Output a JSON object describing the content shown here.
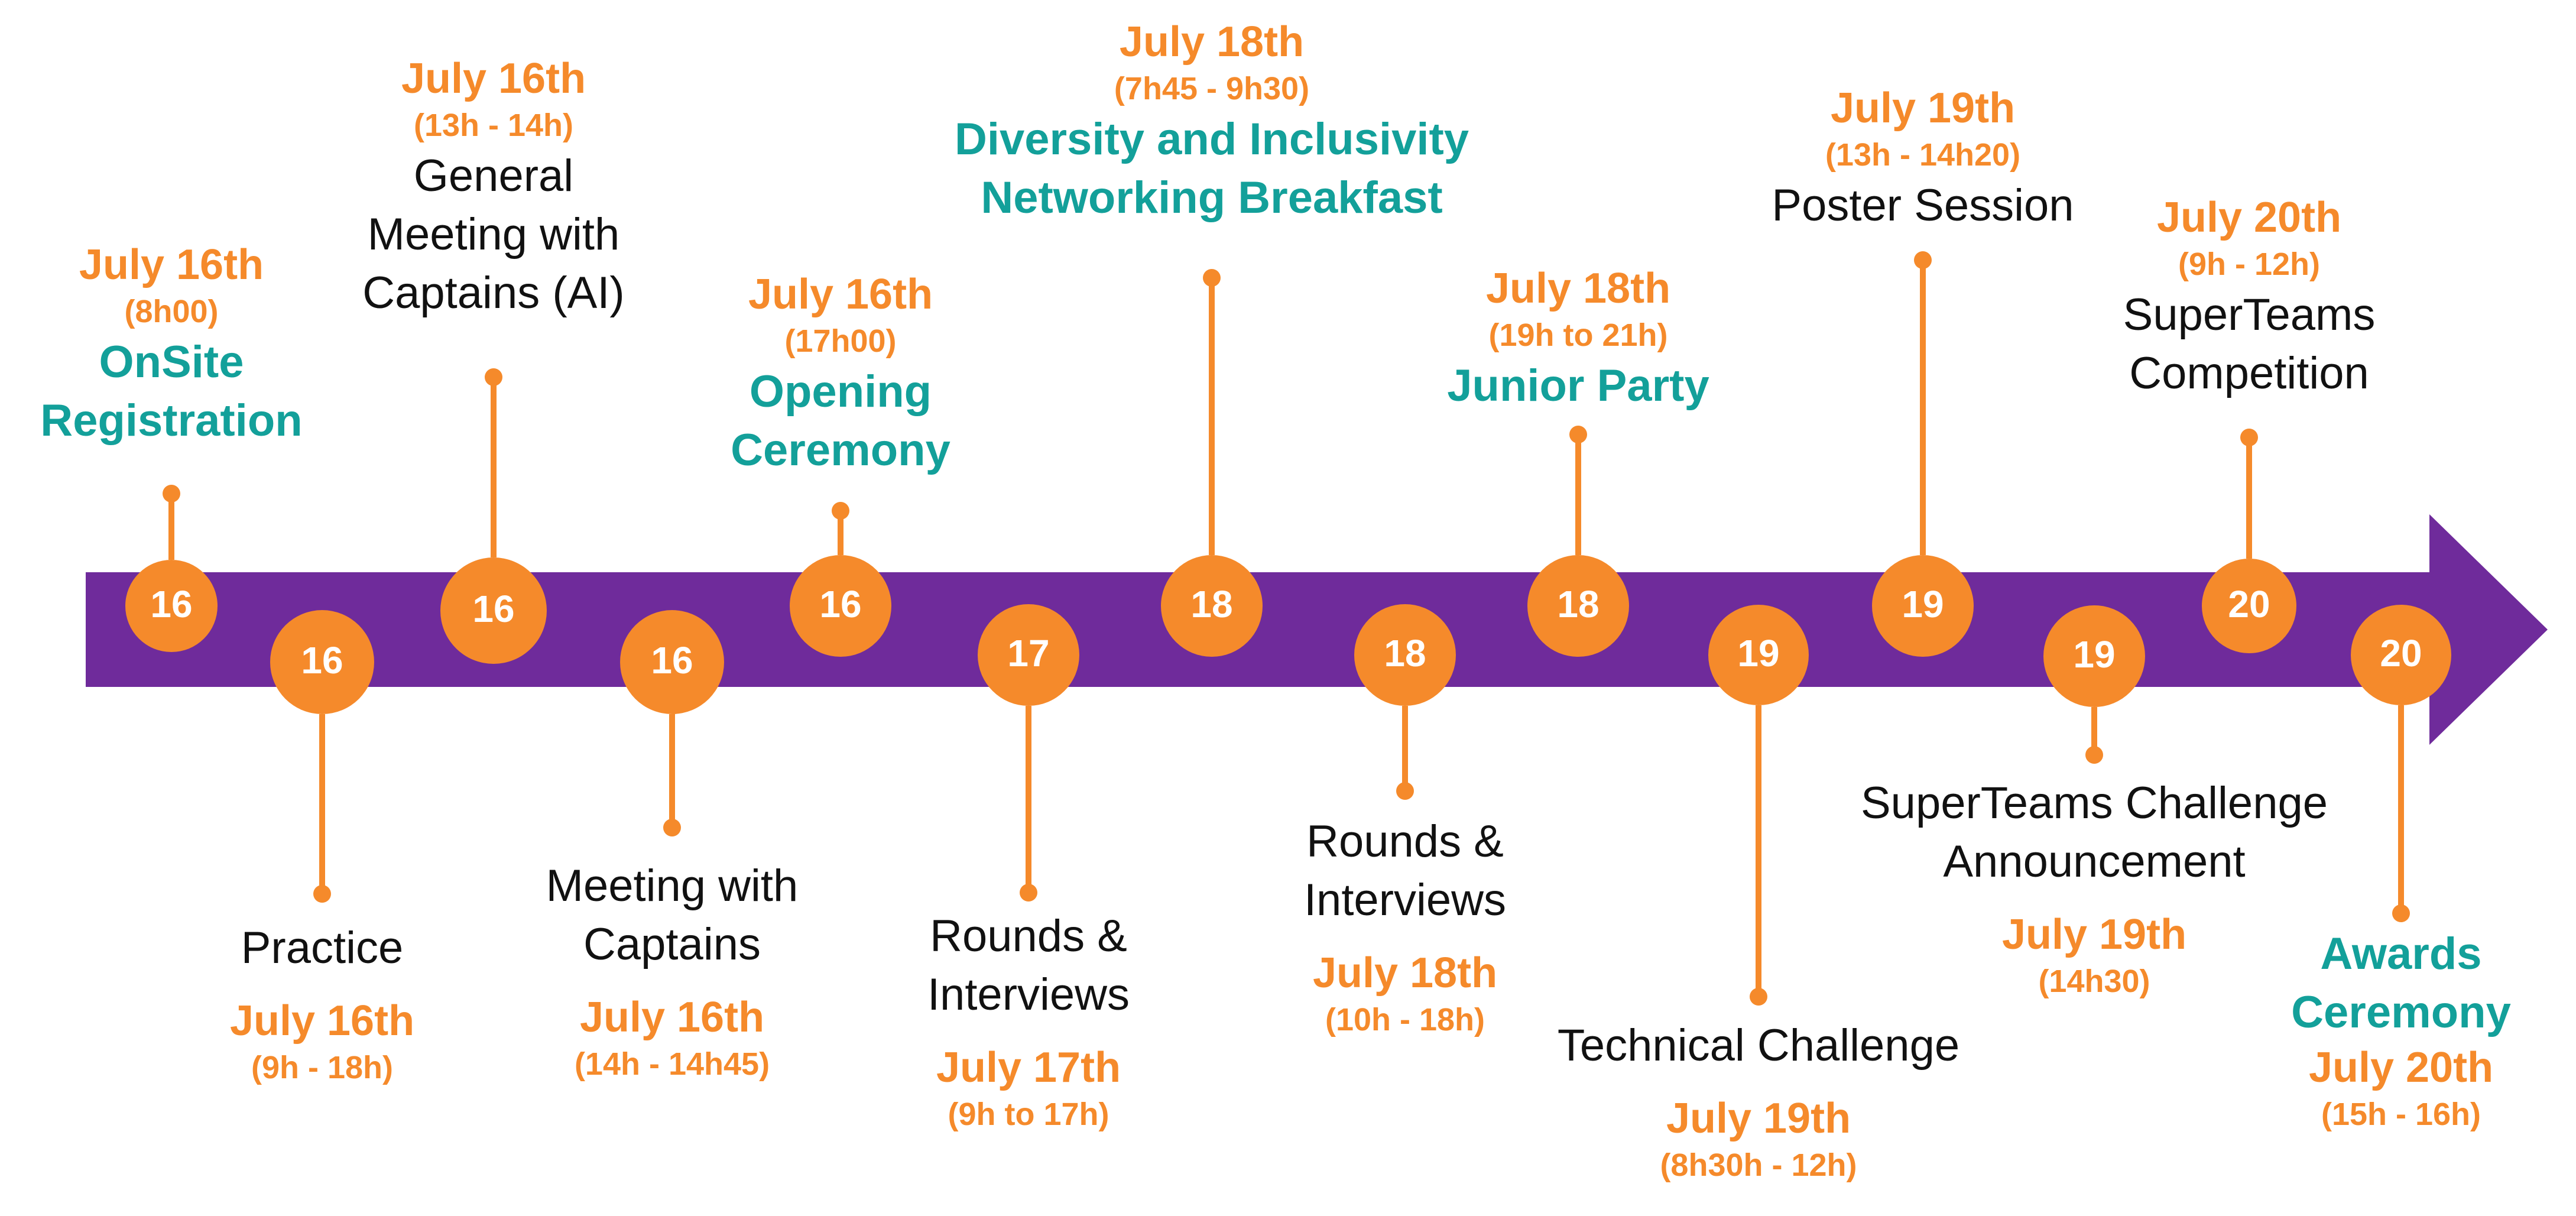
{
  "colors": {
    "arrow": "#6f2b9b",
    "node": "#f58a2b",
    "accent_teal": "#13a09a",
    "text_dark": "#111111"
  },
  "events": [
    {
      "id": "onsite-registration",
      "day": "16",
      "date": "July 16th",
      "time": "(8h00)",
      "title_lines": [
        "OnSite",
        "Registration"
      ],
      "title_style": "teal",
      "position": "above",
      "order": "date-first"
    },
    {
      "id": "practice",
      "day": "16",
      "date": "July 16th",
      "time": "(9h - 18h)",
      "title_lines": [
        "Practice"
      ],
      "title_style": "black",
      "position": "below",
      "order": "title-first"
    },
    {
      "id": "general-meeting",
      "day": "16",
      "date": "July 16th",
      "time": "(13h - 14h)",
      "title_lines": [
        "General",
        "Meeting with",
        "Captains (AI)"
      ],
      "title_style": "black",
      "position": "above",
      "order": "date-first"
    },
    {
      "id": "meeting-captains",
      "day": "16",
      "date": "July 16th",
      "time": "(14h - 14h45)",
      "title_lines": [
        "Meeting with",
        "Captains"
      ],
      "title_style": "black",
      "position": "below",
      "order": "title-first"
    },
    {
      "id": "opening-ceremony",
      "day": "16",
      "date": "July 16th",
      "time": "(17h00)",
      "title_lines": [
        "Opening",
        "Ceremony"
      ],
      "title_style": "teal",
      "position": "above",
      "order": "date-first"
    },
    {
      "id": "rounds-17",
      "day": "17",
      "date": "July 17th",
      "time": "(9h to 17h)",
      "title_lines": [
        "Rounds &",
        "Interviews"
      ],
      "title_style": "black",
      "position": "below",
      "order": "title-first"
    },
    {
      "id": "diversity-breakfast",
      "day": "18",
      "date": "July 18th",
      "time": "(7h45 - 9h30)",
      "title_lines": [
        "Diversity and Inclusivity",
        "Networking Breakfast"
      ],
      "title_style": "teal",
      "position": "above",
      "order": "date-first"
    },
    {
      "id": "rounds-18",
      "day": "18",
      "date": "July 18th",
      "time": "(10h - 18h)",
      "title_lines": [
        "Rounds &",
        "Interviews"
      ],
      "title_style": "black",
      "position": "below",
      "order": "title-first"
    },
    {
      "id": "junior-party",
      "day": "18",
      "date": "July 18th",
      "time": "(19h to 21h)",
      "title_lines": [
        "Junior Party"
      ],
      "title_style": "teal",
      "position": "above",
      "order": "date-first"
    },
    {
      "id": "technical-challenge",
      "day": "19",
      "date": "July 19th",
      "time": "(8h30h - 12h)",
      "title_lines": [
        "Technical Challenge"
      ],
      "title_style": "black",
      "position": "below",
      "order": "title-first"
    },
    {
      "id": "poster-session",
      "day": "19",
      "date": "July 19th",
      "time": "(13h - 14h20)",
      "title_lines": [
        "Poster Session"
      ],
      "title_style": "black",
      "position": "above",
      "order": "date-first"
    },
    {
      "id": "superteams-announcement",
      "day": "19",
      "date": "July 19th",
      "time": "(14h30)",
      "title_lines": [
        "SuperTeams Challenge",
        "Announcement"
      ],
      "title_style": "black",
      "position": "below",
      "order": "title-first"
    },
    {
      "id": "superteams-competition",
      "day": "20",
      "date": "July 20th",
      "time": "(9h - 12h)",
      "title_lines": [
        "SuperTeams",
        "Competition"
      ],
      "title_style": "black",
      "position": "above",
      "order": "date-first"
    },
    {
      "id": "awards-ceremony",
      "day": "20",
      "date": "July 20th",
      "time": "(15h - 16h)",
      "title_lines": [
        "Awards",
        "Ceremony"
      ],
      "title_style": "teal",
      "position": "below",
      "order": "title-first"
    }
  ]
}
